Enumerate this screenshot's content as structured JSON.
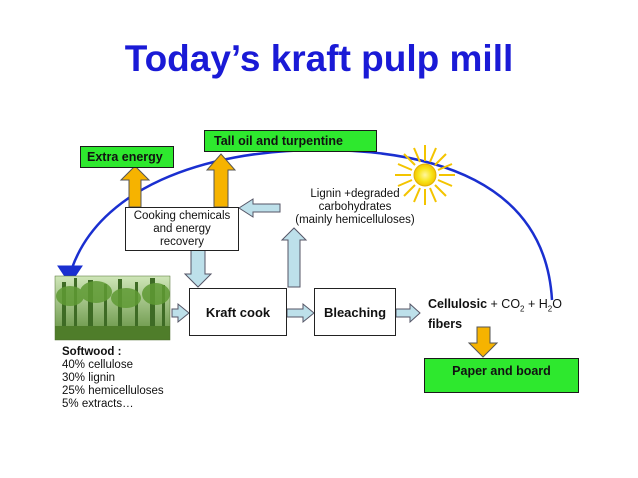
{
  "title": "Today’s kraft pulp mill",
  "outputs": {
    "extra_energy": "Extra energy",
    "tall_oil": "Tall oil and turpentine",
    "paper_board": "Paper and board"
  },
  "process": {
    "cooking_chemicals": "Cooking chemicals and energy recovery",
    "kraft_cook": "Kraft cook",
    "bleaching": "Bleaching",
    "lignin_line1": "Lignin +degraded",
    "lignin_line2": "carbohydrates",
    "lignin_line3": "(mainly hemicelluloses)"
  },
  "products": {
    "cellulosic": "Cellulosic",
    "plus1": " + CO",
    "sub2a": "2",
    "plus2": " + H",
    "sub2b": "2",
    "o": "O",
    "fibers": "fibers"
  },
  "softwood": {
    "heading": "Softwood :",
    "lines": [
      "40% cellulose",
      "30% lignin",
      "25% hemicelluloses",
      "5% extracts…"
    ]
  },
  "colors": {
    "title": "#1a1ad6",
    "green_box": "#2ee82e",
    "orange_arrow": "#f6b300",
    "blue_arrow": "#bde0ea",
    "cycle_arc": "#1a2fd0",
    "sun": "#f8e51a"
  }
}
